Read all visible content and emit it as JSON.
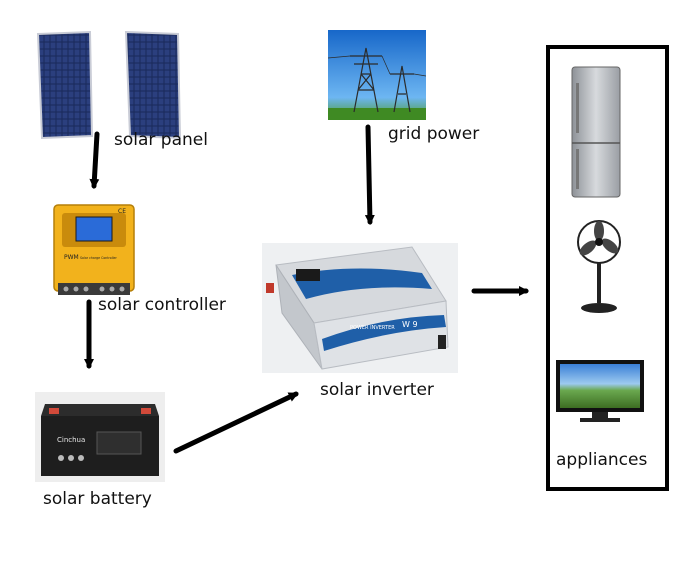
{
  "labels": {
    "solar_panel": "solar panel",
    "grid_power": "grid power",
    "solar_controller": "solar controller",
    "solar_inverter": "solar inverter",
    "solar_battery": "solar battery",
    "appliances": "appliances"
  },
  "device_text": {
    "controller_brand": "PWM",
    "controller_sub": "Solar charge Controller",
    "controller_mark": "CE",
    "inverter_panel": "POWER INVERTER",
    "inverter_model": "W 9",
    "battery_brand": "Cinchua"
  },
  "colors": {
    "controller_yellow": "#f2b21c",
    "inverter_blue": "#1f5fa8",
    "sky_blue": "#2e8fe0",
    "arrow": "#000000"
  }
}
